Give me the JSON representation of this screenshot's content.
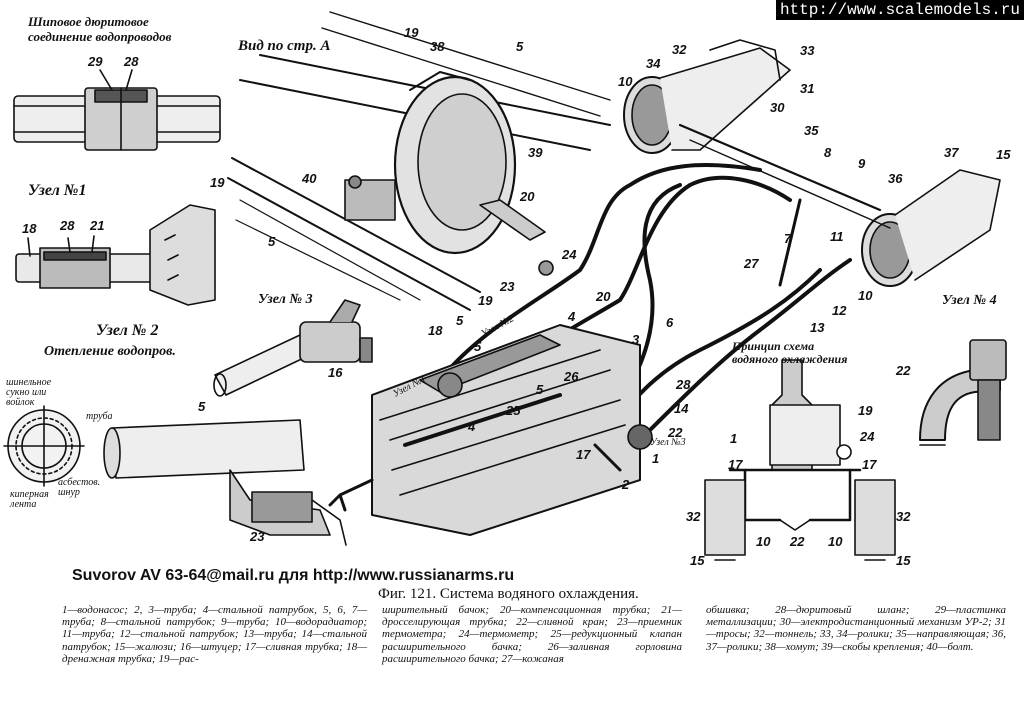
{
  "watermark": "http://www.scalemodels.ru",
  "credit": "Suvorov AV 63-64@mail.ru для http://www.russianarms.ru",
  "figure_caption": "Фиг. 121. Система водяного охлаждения.",
  "section_titles": {
    "screw_joint": "Шиповое дюритовое\nсоединение водопроводов",
    "view_a": "Вид по стр. А",
    "node1": "Узел №1",
    "node2": "Узел № 2",
    "heating": "Отепление водопров.",
    "node3": "Узел № 3",
    "node4": "Узел № 4",
    "principle": "Принцип схема\nводяного охлаждения"
  },
  "insulation_labels": {
    "felt": "шинельное\nсукно или\nвойлок",
    "pipe": "труба",
    "asbestos": "асбестов.\nшнур",
    "tape": "киперная\nлента"
  },
  "engine_labels": {
    "node_n1": "Узел №1",
    "node_n2": "Узел №2",
    "node_n3": "Узел №3"
  },
  "callouts": {
    "c29": "29",
    "c28a": "28",
    "c19a": "19",
    "c38": "38",
    "c5a": "5",
    "c32a": "32",
    "c33": "33",
    "c10a": "10",
    "c34": "34",
    "c30": "30",
    "c31": "31",
    "c35": "35",
    "c8": "8",
    "c9": "9",
    "c37": "37",
    "c15a": "15",
    "c36": "36",
    "c39": "39",
    "c40": "40",
    "c20a": "20",
    "c5b": "5",
    "c24a": "24",
    "c18a": "18",
    "c28b": "28",
    "c21": "21",
    "c19b": "19",
    "c7": "7",
    "c27": "27",
    "c11": "11",
    "c12": "12",
    "c10b": "10",
    "c13": "13",
    "c6": "6",
    "c23a": "23",
    "c20b": "20",
    "c19c": "19",
    "c5c": "5",
    "c4a": "4",
    "c3": "3",
    "c18b": "18",
    "c5d": "5",
    "c26": "26",
    "c5e": "5",
    "c28c": "28",
    "c14": "14",
    "c25": "25",
    "c4b": "4",
    "c22a": "22",
    "c17a": "17",
    "c1a": "1",
    "c2": "2",
    "c16": "16",
    "c5f": "5",
    "c23b": "23",
    "c22b": "22",
    "c19d": "19",
    "c1b": "1",
    "c24b": "24",
    "c17b": "17",
    "c17c": "17",
    "c32b": "32",
    "c10c": "10",
    "c22c": "22",
    "c10d": "10",
    "c32c": "32",
    "c15b": "15",
    "c15c": "15"
  },
  "legend": {
    "col1": "1—водонасос; 2, 3—труба; 4—стальной патрубок, 5, 6, 7—труба; 8—стальной патрубок; 9—труба; 10—водорадиатор; 11—труба; 12—стальной патрубок; 13—труба; 14—стальной патрубок; 15—жалюзи; 16—штуцер; 17—сливная трубка; 18—дренажная трубка; 19—рас-",
    "col2": "ширительный бачок; 20—компенсационная трубка; 21—дросселирующая трубка; 22—сливной кран; 23—приемник термометра; 24—термометр; 25—редукционный клапан расширительного бачка; 26—заливная горловина расширительного бачка; 27—кожаная",
    "col3": "обшивка; 28—дюритовый шланг; 29—пластинка металлизации; 30—электродистанционный механизм УР-2; 31—тросы; 32—тоннель; 33, 34—ролики; 35—направляющая; 36, 37—ролики; 38—хомут; 39—скобы крепления; 40—болт."
  }
}
